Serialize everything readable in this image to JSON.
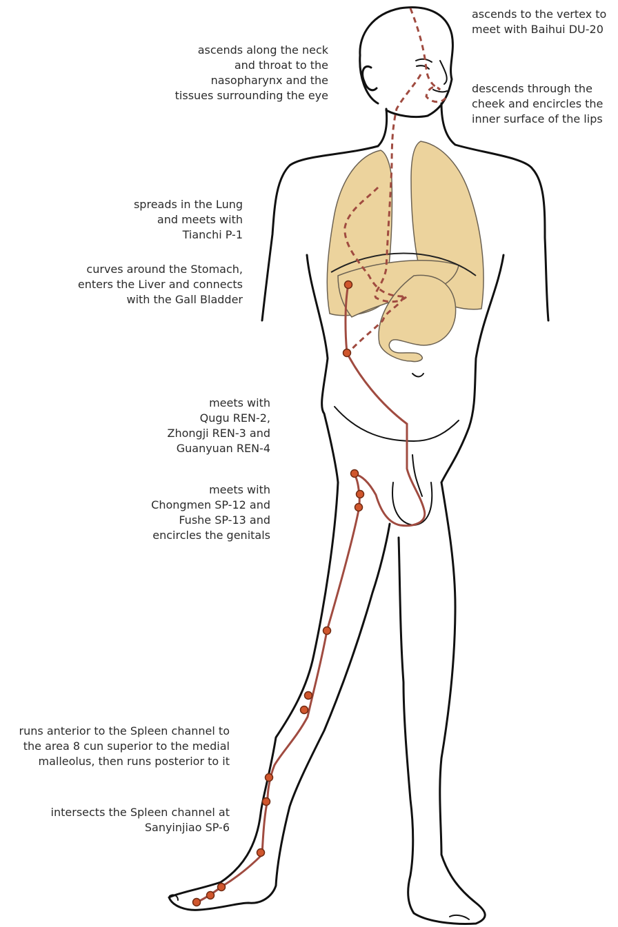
{
  "colors": {
    "outline": "#111111",
    "organ_fill": "#ecd39d",
    "organ_stroke": "#6b6152",
    "channel": "#a04b40",
    "point_fill": "#d0562d",
    "point_stroke": "#6e2a12",
    "label_text": "#2b2b2b"
  },
  "icons": {
    "channel_point": "filled-circle",
    "deep_pathway": "dashed-line",
    "superficial_pathway": "solid-line"
  },
  "annotations": {
    "vertex": "ascends to the vertex to\nmeet with Baihui DU-20",
    "neck": "ascends along the neck\nand throat to the\nnasopharynx and the\ntissues surrounding the eye",
    "cheek": "descends through the\ncheek and encircles the\ninner surface of the lips",
    "lung": "spreads in the Lung\nand meets with\nTianchi P-1",
    "stomach": "curves around the Stomach,\nenters the Liver and connects\nwith the Gall Bladder",
    "ren": "meets with\nQugu REN-2,\nZhongji REN-3 and\nGuanyuan REN-4",
    "genitals": "meets with\nChongmen SP-12 and\nFushe SP-13 and\nencircles the genitals",
    "spleen_channel": "runs anterior to the Spleen channel to\nthe area 8 cun superior to the medial\nmalleolus, then runs posterior to it",
    "sanyinjiao": "intersects the Spleen channel at\nSanyinjiao SP-6"
  }
}
